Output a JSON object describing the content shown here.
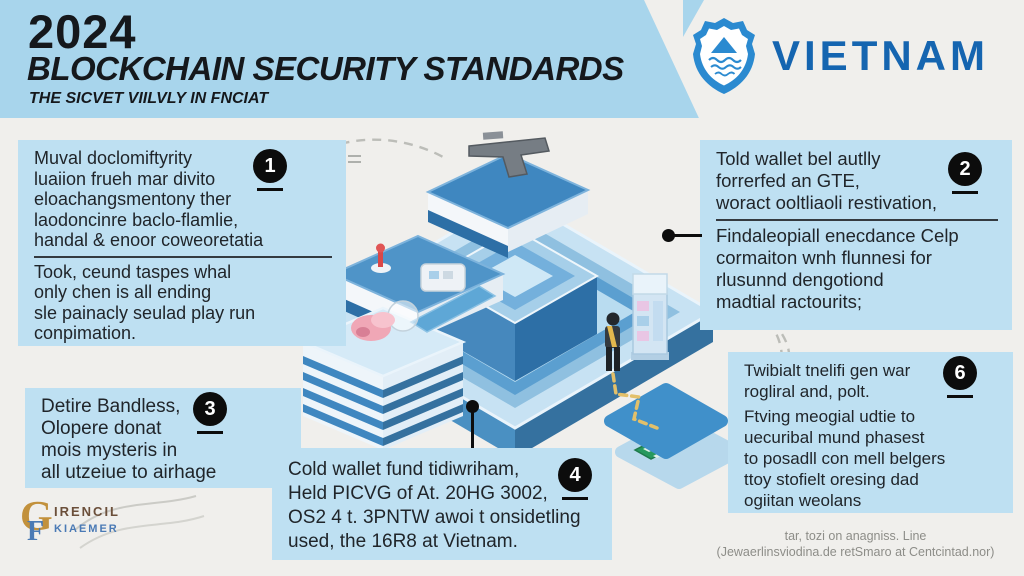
{
  "header": {
    "year": "2024",
    "title": "BLOCKCHAIN SECURITY STANDARDS",
    "subtitle": "THE SICVET VIILVLY IN FNCIAT"
  },
  "brand": {
    "name": "VIETNAM",
    "logo_icon": "shield-icon",
    "color": "#1565b0"
  },
  "boxes": {
    "box1": {
      "number": "1",
      "para1": "Muval doclomiftyrity\nluaiion frueh mar divito\neloachangsmentony ther\nlaodoncinre baclo-flamlie,\nhandal & enoor coweoretatia",
      "para2": "Took, ceund taspes whal\nonly chen is all ending\nsle painacly seulad play run\nconpimation."
    },
    "box2": {
      "number": "2",
      "para1": "Told wallet bel autlly\nforrerfed an GTE,\nworact ooltliaoli restivation,",
      "para2": "Findaleopiall enecdance Celp\ncormaiton wnh flunnesi for\nrlusunnd dengotiond\nmadtial ractourits;"
    },
    "box3": {
      "number": "3",
      "para1": "Detire Bandless,\nOlopere donat\nmois mysteris in\nall utzeiue to airhage"
    },
    "box4": {
      "number": "4",
      "para1": "Cold wallet fund tidiwriham,\nHeld PICVG of At. 20HG 3002,\nOS2 4 t. 3PNTW awoi t onsidetling\nused, the 16R8 at Vietnam."
    },
    "box6": {
      "number": "6",
      "para1": "Twibialt tnelifi gen war\nrogliral and, polt.",
      "para2": "Ftving meogial udtie to\nuecuribal mund phasest\nto posadll con mell belgers\nttoy stofielt oresing dad\nogiitan weolans"
    }
  },
  "footer": {
    "monogram_primary": "G",
    "monogram_secondary": "F",
    "logo_line1": "IRENCIL",
    "logo_line2": "KIAEMER",
    "note": "tar, tozi on anagniss. Line\n(Jewaerlinsviodina.de retSmaro at Centcintad.nor)"
  },
  "illustration": {
    "description": "isometric blockchain security scene",
    "icons": [
      "gun-icon",
      "ledger-book-platforms",
      "striped-vault",
      "dome-icon",
      "piggy-blob",
      "atm-kiosk-icon",
      "person-figure",
      "floating-platforms",
      "green-card-icon",
      "dashed-path"
    ]
  },
  "colors": {
    "header_blue": "#a8d5ec",
    "box_blue": "#bee0f2",
    "brand_blue": "#1565b0",
    "badge_black": "#0c0c0c",
    "background": "#f0efec",
    "platform_dark": "#2d6fa6",
    "platform_mid": "#4a90c2",
    "platform_light": "#c7e2f3"
  }
}
